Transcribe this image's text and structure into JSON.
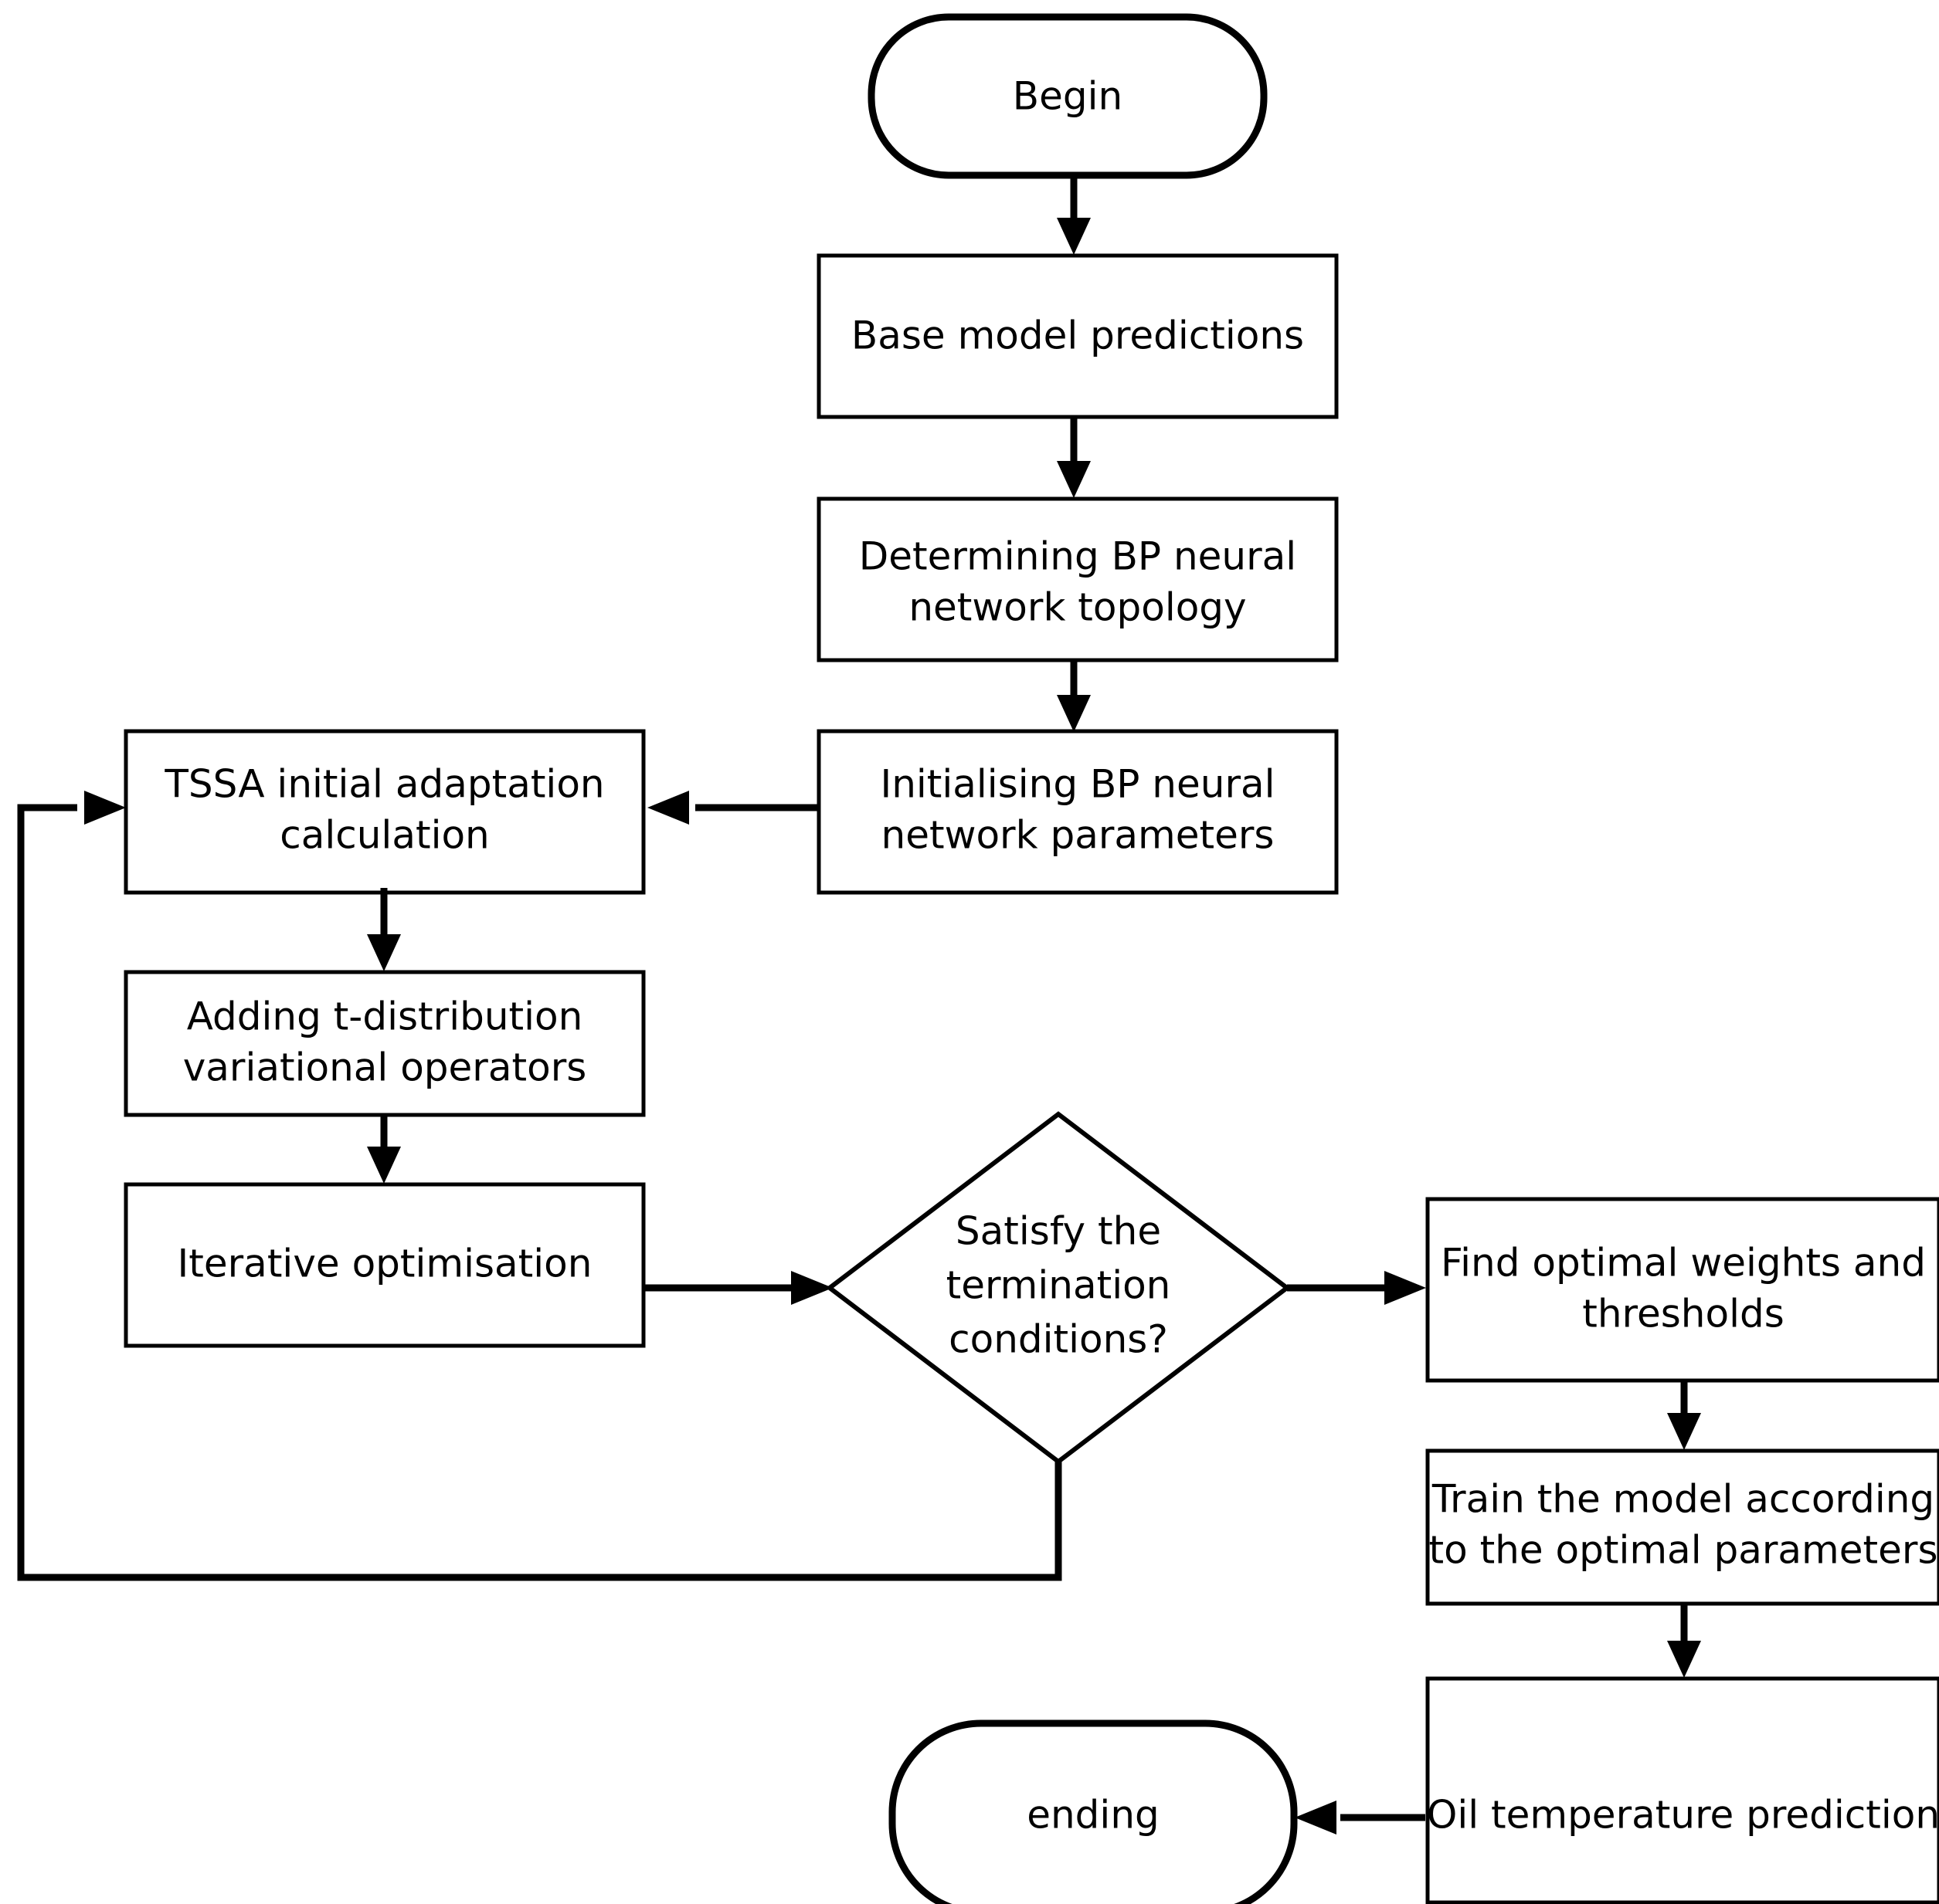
{
  "diagram": {
    "type": "flowchart",
    "title": "",
    "orientation": "top-to-bottom with feedback loop",
    "background_color": "#ffffff",
    "stroke_color": "#000000",
    "nodes": [
      {
        "id": "begin",
        "shape": "terminator",
        "label": "Begin",
        "lines": [
          "Begin"
        ]
      },
      {
        "id": "base_model",
        "shape": "process",
        "label": "Base model predictions",
        "lines": [
          "Base model predictions"
        ]
      },
      {
        "id": "determine_topology",
        "shape": "process",
        "label": "Determining BP neural network topology",
        "lines": [
          "Determining BP neural",
          "network topology"
        ]
      },
      {
        "id": "init_params",
        "shape": "process",
        "label": "Initialising BP neural network parameters",
        "lines": [
          "Initialising BP neural",
          "network parameters"
        ]
      },
      {
        "id": "tssa_init",
        "shape": "process",
        "label": "TSSA initial adaptation calculation",
        "lines": [
          "TSSA initial adaptation",
          "calculation"
        ]
      },
      {
        "id": "t_distribution",
        "shape": "process",
        "label": "Adding t-distribution variational operators",
        "lines": [
          "Adding t-distribution",
          "variational operators"
        ]
      },
      {
        "id": "iterative_opt",
        "shape": "process",
        "label": "Iterative optimisation",
        "lines": [
          "Iterative optimisation"
        ]
      },
      {
        "id": "termination_check",
        "shape": "decision",
        "label": "Satisfy the termination conditions?",
        "lines": [
          "Satisfy the",
          "termination",
          "conditions?"
        ]
      },
      {
        "id": "find_optimal",
        "shape": "process",
        "label": "Find optimal weights and thresholds",
        "lines": [
          "Find optimal weights and",
          "thresholds"
        ]
      },
      {
        "id": "train_model",
        "shape": "process",
        "label": "Train the model according to the optimal parameters",
        "lines": [
          "Train the model according",
          "to the optimal parameters"
        ]
      },
      {
        "id": "oil_prediction",
        "shape": "process",
        "label": "Oil temperature prediction",
        "lines": [
          "Oil temperature prediction"
        ]
      },
      {
        "id": "ending",
        "shape": "terminator",
        "label": "ending",
        "lines": [
          "ending"
        ]
      }
    ],
    "edges": [
      {
        "from": "begin",
        "to": "base_model",
        "label": "",
        "direction": "down"
      },
      {
        "from": "base_model",
        "to": "determine_topology",
        "label": "",
        "direction": "down"
      },
      {
        "from": "determine_topology",
        "to": "init_params",
        "label": "",
        "direction": "down"
      },
      {
        "from": "init_params",
        "to": "tssa_init",
        "label": "",
        "direction": "left"
      },
      {
        "from": "tssa_init",
        "to": "t_distribution",
        "label": "",
        "direction": "down"
      },
      {
        "from": "t_distribution",
        "to": "iterative_opt",
        "label": "",
        "direction": "down"
      },
      {
        "from": "iterative_opt",
        "to": "termination_check",
        "label": "",
        "direction": "right"
      },
      {
        "from": "termination_check",
        "to": "find_optimal",
        "label": "",
        "direction": "right"
      },
      {
        "from": "termination_check",
        "to": "tssa_init",
        "label": "",
        "direction": "feedback-loop-left"
      },
      {
        "from": "find_optimal",
        "to": "train_model",
        "label": "",
        "direction": "down"
      },
      {
        "from": "train_model",
        "to": "oil_prediction",
        "label": "",
        "direction": "down"
      },
      {
        "from": "oil_prediction",
        "to": "ending",
        "label": "",
        "direction": "left"
      }
    ]
  }
}
